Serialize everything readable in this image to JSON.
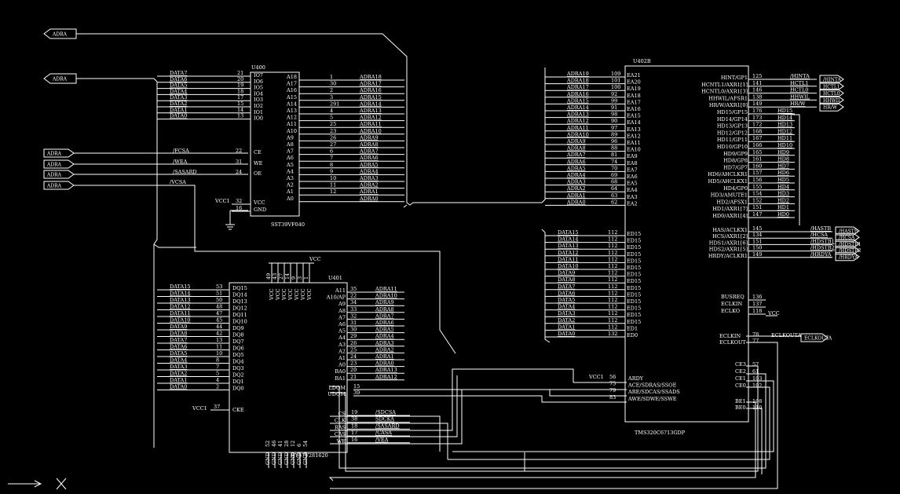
{
  "ports_top": [
    "ADRA",
    "ADRA"
  ],
  "ports_left": [
    "ADRA",
    "ADRA",
    "ADRA",
    "ADRA"
  ],
  "u400": {
    "ref": "U400",
    "part": "SST39VF040",
    "left_nets": [
      "DATA7",
      "DATA6",
      "DATA5",
      "DATA4",
      "DATA3",
      "DATA2",
      "DATA1",
      "DATA0"
    ],
    "left_nums": [
      "21",
      "20",
      "19",
      "18",
      "17",
      "15",
      "14",
      "13"
    ],
    "left_pins": [
      "IO7",
      "IO6",
      "IO5",
      "IO4",
      "IO3",
      "IO2",
      "IO1",
      "IO0"
    ],
    "ctrl_nets": [
      "/FCSA",
      "/WEA",
      "/SASARD"
    ],
    "ctrl_nums": [
      "22",
      "31",
      "24"
    ],
    "ctrl_pins": [
      "CE",
      "WE",
      "OE"
    ],
    "vcsa": "/VCSA",
    "pwr_nets": [
      "VCC1",
      ""
    ],
    "pwr_nums": [
      "32",
      "16"
    ],
    "pwr_pins": [
      "VCC",
      "GND"
    ],
    "right_pins": [
      "A18",
      "A17",
      "A16",
      "A15",
      "A14",
      "A13",
      "A12",
      "A11",
      "A10",
      "A9",
      "A8",
      "A7",
      "A6",
      "A5",
      "A4",
      "A3",
      "A2",
      "A1",
      "A0"
    ],
    "right_nums": [
      "1",
      "30",
      "2",
      "3",
      "291",
      "4",
      "5",
      "25",
      "23",
      "26",
      "27",
      "6",
      "7",
      "8",
      "9",
      "10",
      "11",
      "12",
      ""
    ],
    "right_nets": [
      "ADRA18",
      "ADRA17",
      "ADRA16",
      "ADRA15",
      "ADRA14",
      "ADRA13",
      "ADRA12",
      "ADRA11",
      "ADRA10",
      "ADRA9",
      "ADRA8",
      "ADRA7",
      "ADRA6",
      "ADRA5",
      "ADRA4",
      "ADRA3",
      "ADRA2",
      "ADRA1",
      "ADRA0"
    ]
  },
  "u402b": {
    "ref": "U402B",
    "part": "TMS320C6713GDP",
    "ea_nets": [
      "ADRA19",
      "ADRA18",
      "ADRA17",
      "ADRA16",
      "ADRA15",
      "ADRA14",
      "ADRA13",
      "ADRA12",
      "ADRA11",
      "ADRA10",
      "ADRA9",
      "ADRA8",
      "ADRA7",
      "ADRA6",
      "ADRA5",
      "ADRA4",
      "ADRA3",
      "ADRA2",
      "ADRA1",
      "ADRA0"
    ],
    "ea_nums": [
      "109",
      "101",
      "100",
      "92",
      "99",
      "91",
      "98",
      "90",
      "97",
      "89",
      "96",
      "88",
      "81",
      "74",
      "70",
      "69",
      "68",
      "64",
      "63",
      "62"
    ],
    "ea_pins": [
      "EA21",
      "EA20",
      "EA19",
      "EA18",
      "EA17",
      "EA16",
      "EA15",
      "EA14",
      "EA13",
      "EA12",
      "EA11",
      "EA10",
      "EA9",
      "EA8",
      "EA7",
      "EA6",
      "EA5",
      "EA4",
      "EA3",
      "EA2"
    ],
    "ed_nets": [
      "DATA15",
      "DATA14",
      "DATA13",
      "DATA12",
      "DATA11",
      "DATA10",
      "DATA9",
      "DATA8",
      "DATA7",
      "DATA6",
      "DATA5",
      "DATA4",
      "DATA3",
      "DATA2",
      "DATA1",
      "DATA0"
    ],
    "ed_nums": [
      "112",
      "112",
      "112",
      "112",
      "112",
      "112",
      "112",
      "112",
      "112",
      "112",
      "112",
      "112",
      "112",
      "112",
      "112",
      "132"
    ],
    "ed_pins": [
      "ED15",
      "ED15",
      "ED15",
      "ED15",
      "ED15",
      "ED15",
      "ED15",
      "ED15",
      "ED15",
      "ED15",
      "ED15",
      "ED15",
      "ED15",
      "ED15",
      "ED1",
      "ED0"
    ],
    "hpi_pins": [
      "HINT/GP1",
      "HCNTL1/AXR1[1]",
      "HCNTL0/AXR1[3]",
      "HHWIL/AFSR1",
      "HR/W/AXR1[0]",
      "HD15/GP15",
      "HD14/GP14",
      "HD13/GP13",
      "HD12/GP12",
      "HD11/GP11",
      "HD10/GP10",
      "HD9/GP9",
      "HD8/GP8",
      "HD7/GP7",
      "HD6/AHCLKR1",
      "HD5/AHCLKX1",
      "HD4/GP0",
      "HD3/AMUTE1",
      "HD2/AFSX1",
      "HD1/AXR1[7]",
      "HD0/AXR1[4]",
      "HAS/ACLKX1",
      "HCS/AXR1[2]",
      "HDS1/AXR1[6]",
      "HDS2/AXR1[5]",
      "HRDY/ACLKR1"
    ],
    "hpi_nums": [
      "125",
      "141",
      "146",
      "138",
      "149",
      "176",
      "173",
      "172",
      "168",
      "167",
      "166",
      "165",
      "161",
      "160",
      "157",
      "156",
      "155",
      "154",
      "152",
      "151",
      "147",
      "145",
      "134",
      "151",
      "150",
      "149"
    ],
    "hpi_nets": [
      "/HINTA",
      "HCTL1",
      "HCTL0",
      "HHWIL",
      "HR/W",
      "HD15",
      "HD14",
      "HD13",
      "HD12",
      "HD11",
      "HD10",
      "HD9",
      "HD8",
      "HD7",
      "HD6",
      "HD5",
      "HD4",
      "HD3",
      "HD2",
      "HD1",
      "HD0",
      "/HASTB",
      "/HCSA",
      "/HDSTB1",
      "/HDSTB2",
      "/HRDYA"
    ],
    "out_tags": [
      "/HINTA",
      "HCTL1",
      "HCTL0",
      "HHWIL",
      "HR/W",
      "/HASTB",
      "/HCSA",
      "/HDSTB1",
      "/HDSTB2",
      "/HRDYA"
    ],
    "misc_pins": [
      "BUSREQ",
      "ECLKIN",
      "ECLKO"
    ],
    "misc_nums": [
      "136",
      "137",
      "118"
    ],
    "misc_nets": [
      "",
      "",
      "VCC"
    ],
    "clk_pins": [
      "ECLKIN",
      "ECLKOUT"
    ],
    "clk_nums": [
      "78",
      "77"
    ],
    "clk_net": "ECLKOUTA",
    "clk_tag": "ECLKOUTA",
    "ce_pins": [
      "CE3",
      "CE2",
      "CE1",
      "CE0"
    ],
    "ce_nums": [
      "57",
      "61",
      "103",
      "102"
    ],
    "be_pins": [
      "BE1",
      "BE0"
    ],
    "be_nums": [
      "108",
      "110"
    ],
    "ctl_nets": [
      "VCC1",
      "",
      "",
      ""
    ],
    "ctl_nums": [
      "56",
      "75",
      "79",
      "83"
    ],
    "ctl_pins": [
      "ARDY",
      "ACE/SDRAS/SSOE",
      "ARE/SDCAS/SSADS",
      "AWE/SDWE/SSWE"
    ]
  },
  "u401": {
    "ref": "U401",
    "part": "HY57V281620",
    "vcc": "VCC",
    "dq_nets": [
      "DATA15",
      "DATA14",
      "DATA13",
      "DATA12",
      "DATA11",
      "DATA10",
      "DATA9",
      "DATA8",
      "DATA7",
      "DATA6",
      "DATA5",
      "DATA4",
      "DATA3",
      "DATA2",
      "DATA1",
      "DATA0"
    ],
    "dq_nums": [
      "53",
      "51",
      "50",
      "48",
      "47",
      "45",
      "44",
      "42",
      "13",
      "11",
      "10",
      "8",
      "7",
      "5",
      "4",
      "2"
    ],
    "dq_pins": [
      "DQ15",
      "DQ14",
      "DQ13",
      "DQ12",
      "DQ11",
      "DQ10",
      "DQ9",
      "DQ8",
      "DQ7",
      "DQ6",
      "DQ5",
      "DQ4",
      "DQ3",
      "DQ2",
      "DQ1",
      "DQ0"
    ],
    "cke_net": "VCC1",
    "cke_num": "37",
    "cke_pin": "CKE",
    "top_vcc": [
      "VCC",
      "VCC",
      "VCC",
      "VCC",
      "VCC",
      "VCC",
      "VCC"
    ],
    "top_nums": [
      "49",
      "43",
      "27",
      "14",
      "9",
      "3",
      "1"
    ],
    "bot_gnd": [
      "GND",
      "GND",
      "GND",
      "GND",
      "GND",
      "GND",
      "GND"
    ],
    "bot_nums": [
      "52",
      "46",
      "41",
      "28",
      "12",
      "6",
      "54"
    ],
    "a_pins": [
      "A11",
      "A10/AP",
      "A9",
      "A8",
      "A7",
      "A6",
      "A5",
      "A4",
      "A3",
      "A2",
      "A1",
      "A0",
      "BA0",
      "BA1"
    ],
    "a_nums": [
      "35",
      "22",
      "34",
      "33",
      "32",
      "31",
      "30",
      "29",
      "26",
      "25",
      "24",
      "23",
      "20",
      "21"
    ],
    "a_nets": [
      "ADRA11",
      "ADRA10",
      "ADRA9",
      "ADRA8",
      "ADRA7",
      "ADRA6",
      "ADRA5",
      "ADRA4",
      "ADRA3",
      "ADRA2",
      "ADRA1",
      "ADRA0",
      "ADRA13",
      "ADRA12"
    ],
    "dqm_pins": [
      "LDQM",
      "UDQM"
    ],
    "dqm_nums": [
      "15",
      "39"
    ],
    "ctl_pins": [
      "CS",
      "CLK",
      "RAS",
      "CAS",
      "WE"
    ],
    "ctl_nums": [
      "19",
      "38",
      "18",
      "17",
      "16"
    ],
    "ctl_nets": [
      "/SDCSA",
      "SDCKA",
      "/SASARD",
      "/CASA",
      "/VEA"
    ]
  }
}
